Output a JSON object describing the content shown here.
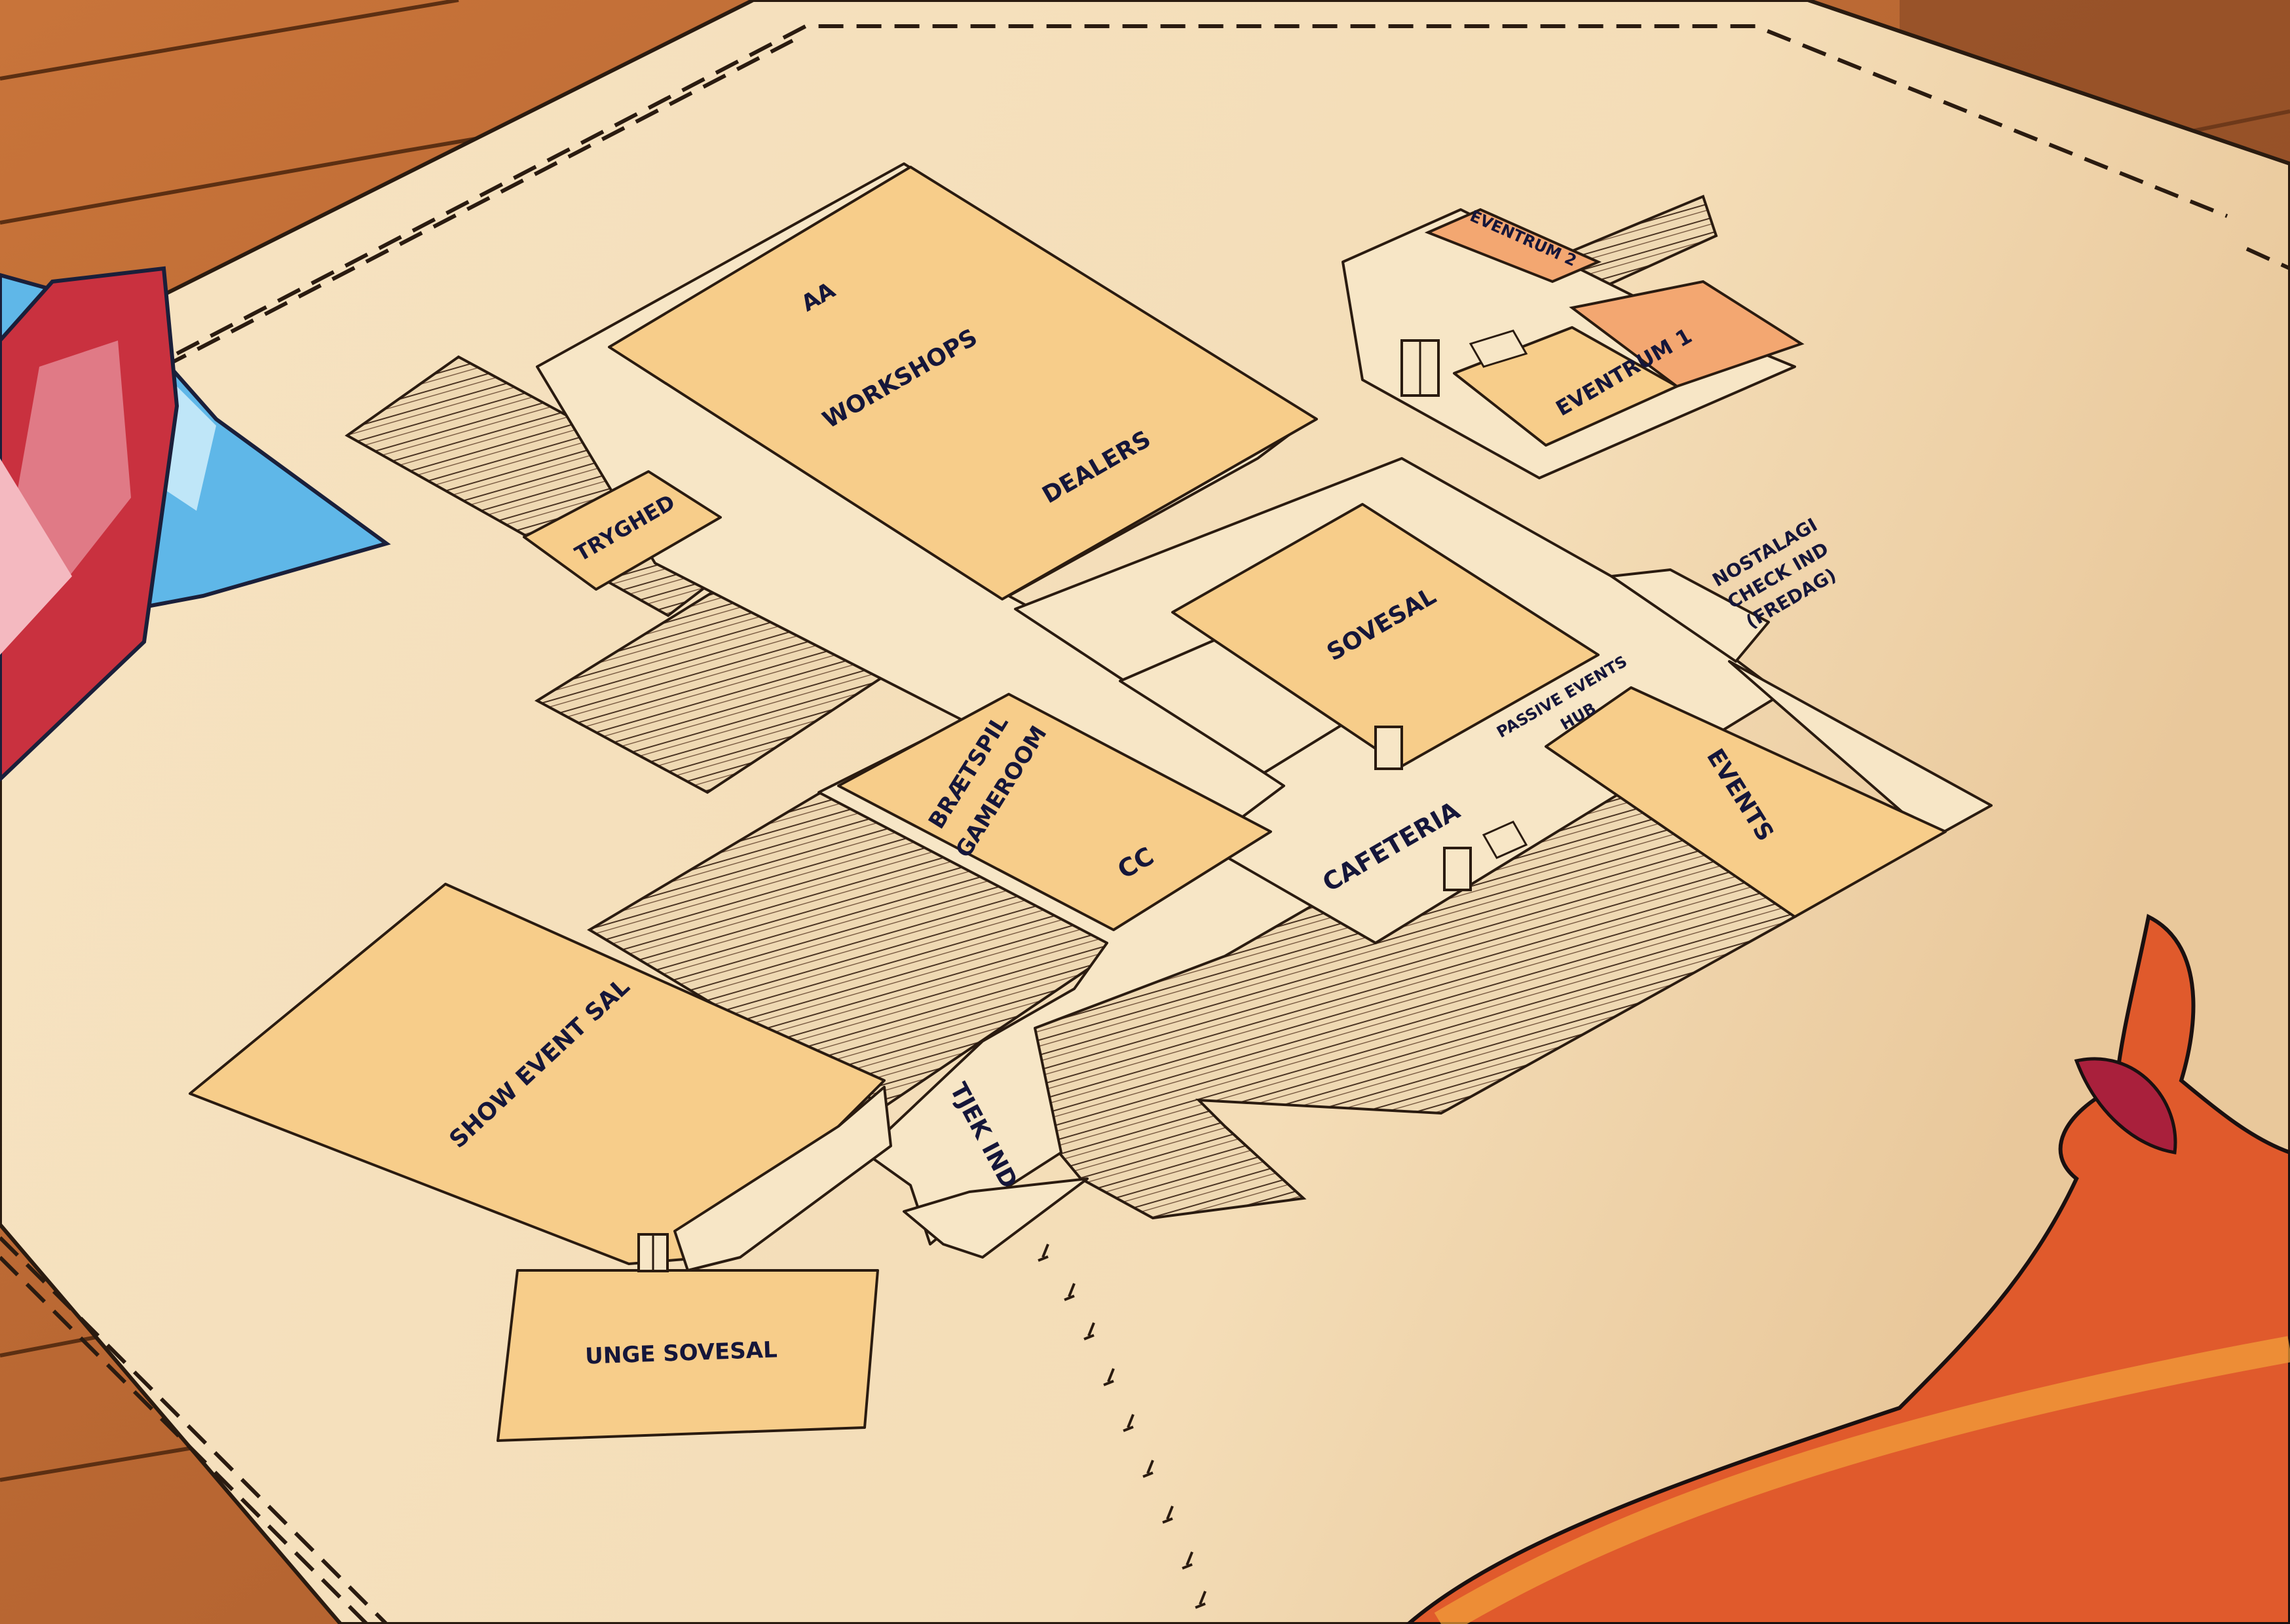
{
  "map": {
    "rooms": {
      "aa": "AA",
      "workshops": "WORKSHOPS",
      "dealers": "DEALERS",
      "eventrum2": "EVENTRUM 2",
      "eventrum1": "EVENTRUM 1",
      "tryghed": "TRYGHED",
      "nostalagi_1": "NOSTALAGI",
      "nostalagi_2": "CHECK IND",
      "nostalagi_3": "(FREDAG)",
      "sovesal": "SOVESAL",
      "passive_1": "PASSIVE EVENTS",
      "passive_2": "HUB",
      "braetspil": "BRÆTSPIL",
      "gameroom": "GAMEROOM",
      "cc": "CC",
      "cafeteria": "CAFETERIA",
      "events": "EVENTS",
      "show_event_sal": "SHOW EVENT SAL",
      "tjek_ind": "TJEK IND",
      "unge_sovesal": "UNGE SOVESAL"
    },
    "colors": {
      "room": "#f7cd8a",
      "room_accent": "#f3a771",
      "parchment": "#f7e6c6",
      "ink": "#15163a",
      "wood": "#b8652c"
    },
    "icons": [
      "elevator-icon",
      "stairs-icon",
      "door-icon",
      "footprints-icon",
      "red-gem-icon",
      "blue-gem-icon",
      "feather-icon"
    ]
  }
}
